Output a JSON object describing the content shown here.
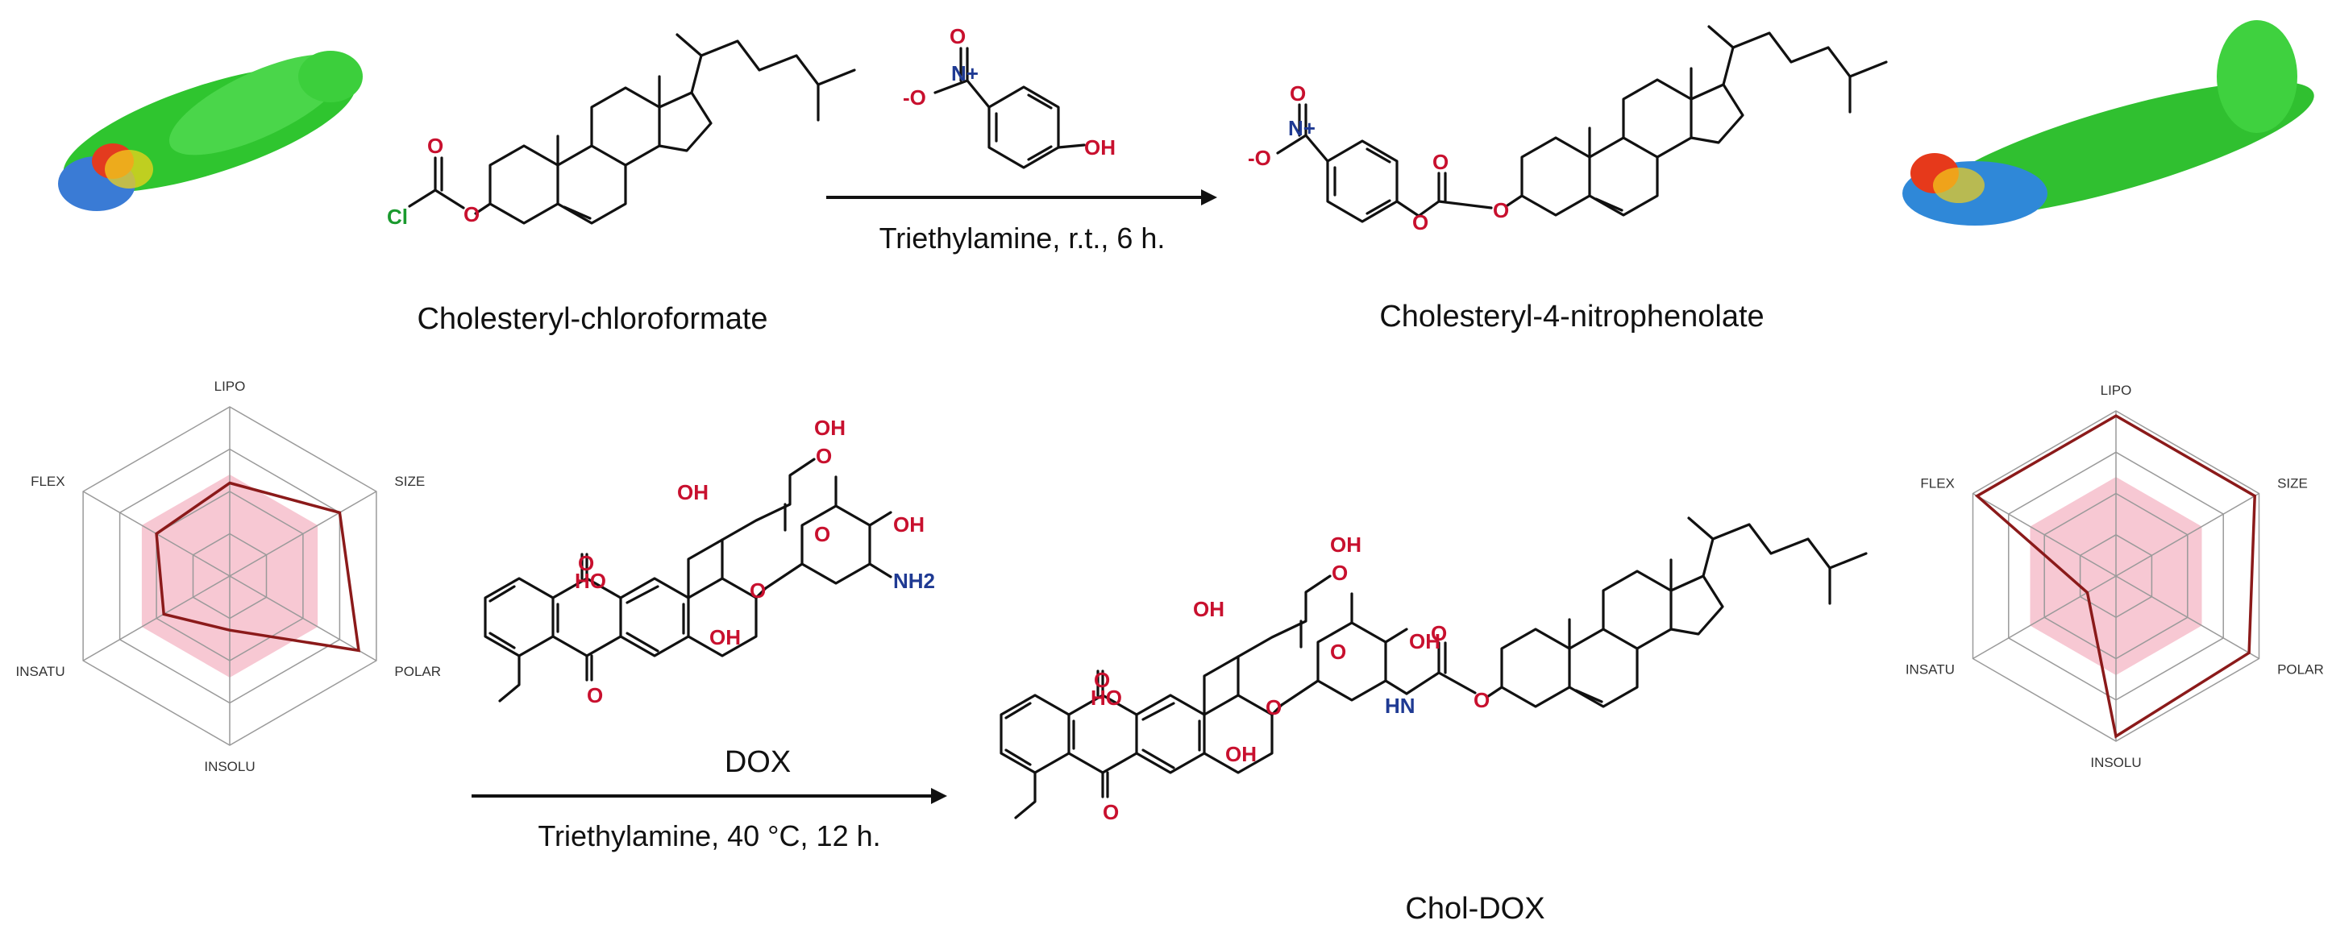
{
  "compounds": {
    "chloroformate": "Cholesteryl-chloroformate",
    "nitrophenolate": "Cholesteryl-4-nitrophenolate",
    "dox": "DOX",
    "chol_dox": "Chol-DOX"
  },
  "conditions": {
    "step1": "Triethylamine, r.t., 6 h.",
    "step2": "Triethylamine, 40 °C, 12 h."
  },
  "atoms": {
    "oh": "OH",
    "o": "O",
    "o_minus": "-O",
    "n_plus": "N+",
    "cl": "Cl",
    "ho": "HO",
    "nh2": "NH2",
    "hn": "HN"
  },
  "radar_axes": [
    "LIPO",
    "SIZE",
    "POLAR",
    "INSOLU",
    "INSATU",
    "FLEX"
  ],
  "radar_profiles": [
    {
      "values": [
        0.55,
        0.75,
        0.88,
        0.32,
        0.45,
        0.5
      ]
    },
    {
      "values": [
        0.97,
        0.97,
        0.93,
        0.97,
        0.2,
        0.97
      ]
    }
  ],
  "colors": {
    "bond": "#111111",
    "oxygen": "#c8102e",
    "nitrogen": "#1f3a93",
    "chlorine": "#1a9a2e",
    "radar_fill": "#f4b6c4",
    "radar_line": "#8b1a1a",
    "radar_grid": "#9a9a9a"
  },
  "icons": [
    "esp-surface-chloroformate",
    "esp-surface-nitrophenolate",
    "bioavailability-radar-dox",
    "bioavailability-radar-chol-dox"
  ]
}
